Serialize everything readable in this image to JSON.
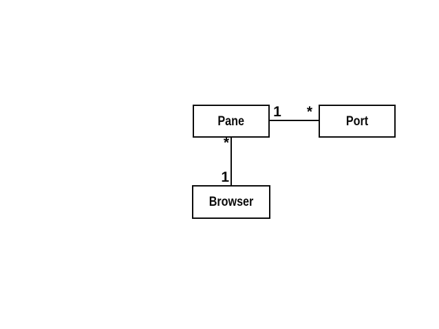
{
  "diagram": {
    "type": "uml-class-diagram",
    "background_color": "#ffffff",
    "line_color": "#0a0a0a",
    "box_fill_color": "#ffffff",
    "classes": [
      {
        "name": "Pane"
      },
      {
        "name": "Port"
      },
      {
        "name": "Browser"
      }
    ],
    "associations": [
      {
        "from": "Pane",
        "to": "Port",
        "from_multiplicity": "1",
        "to_multiplicity": "*",
        "orientation": "horizontal"
      },
      {
        "from": "Pane",
        "to": "Browser",
        "from_multiplicity": "*",
        "to_multiplicity": "1",
        "orientation": "vertical"
      }
    ]
  }
}
